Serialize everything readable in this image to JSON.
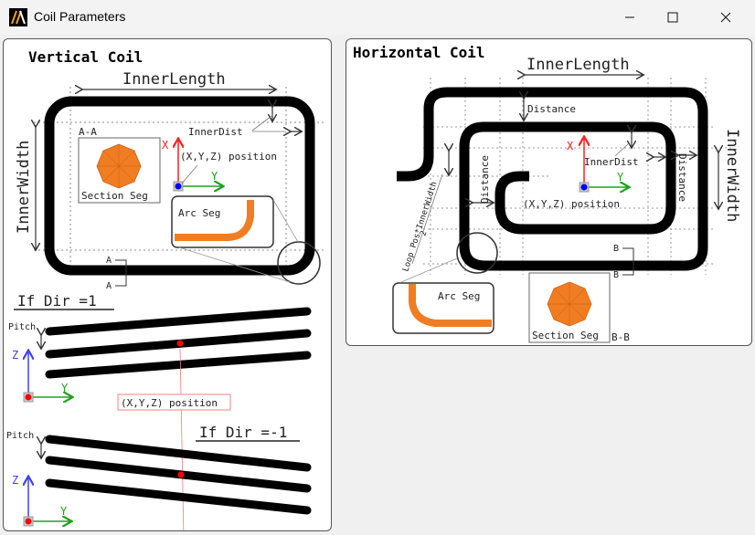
{
  "window": {
    "title": "Coil Parameters",
    "icon": "app-logo-icon",
    "controls": {
      "minimize": "—",
      "maximize": "☐",
      "close": "✕"
    }
  },
  "colors": {
    "coil": "#000000",
    "segment_fill": "#f07d22",
    "axis_x": "#ff2020",
    "axis_y": "#20a020",
    "axis_z": "#4040ff",
    "position_box": "#f08080",
    "origin_dot_blue": "#0000ff",
    "origin_dot_red": "#ff0000"
  },
  "vertical": {
    "title": "Vertical Coil",
    "inner_length": "InnerLength",
    "inner_width": "InnerWidth",
    "inner_dist": "InnerDist",
    "section_label": "A-A",
    "section_seg": "Section Seg",
    "axis_x": "X",
    "axis_y": "Y",
    "position": "(X,Y,Z) position",
    "arc_seg": "Arc Seg",
    "cut_a1": "A",
    "cut_a2": "A",
    "dir1_title": "If Dir =1",
    "dir2_title": "If Dir =-1",
    "pitch1": "Pitch",
    "pitch2": "Pitch",
    "axis_z1": "Z",
    "axis_y1": "Y",
    "axis_z2": "Z",
    "axis_y2": "Y",
    "pitch_position": "(X,Y,Z) position"
  },
  "horizontal": {
    "title": "Horizontal Coil",
    "inner_length": "InnerLength",
    "distance_top": "Distance",
    "distance_left": "Distance",
    "distance_right": "Distance",
    "inner_dist": "InnerDist",
    "inner_width": "InnerWidth",
    "loop_pos": "Loop Pos*InnerWidth",
    "loop_pos_den": "2",
    "axis_x": "X",
    "axis_y": "Y",
    "position": "(X,Y,Z) position",
    "arc_seg": "Arc Seg",
    "section_seg": "Section Seg",
    "section_label": "B-B",
    "cut_b1": "B",
    "cut_b2": "B"
  }
}
